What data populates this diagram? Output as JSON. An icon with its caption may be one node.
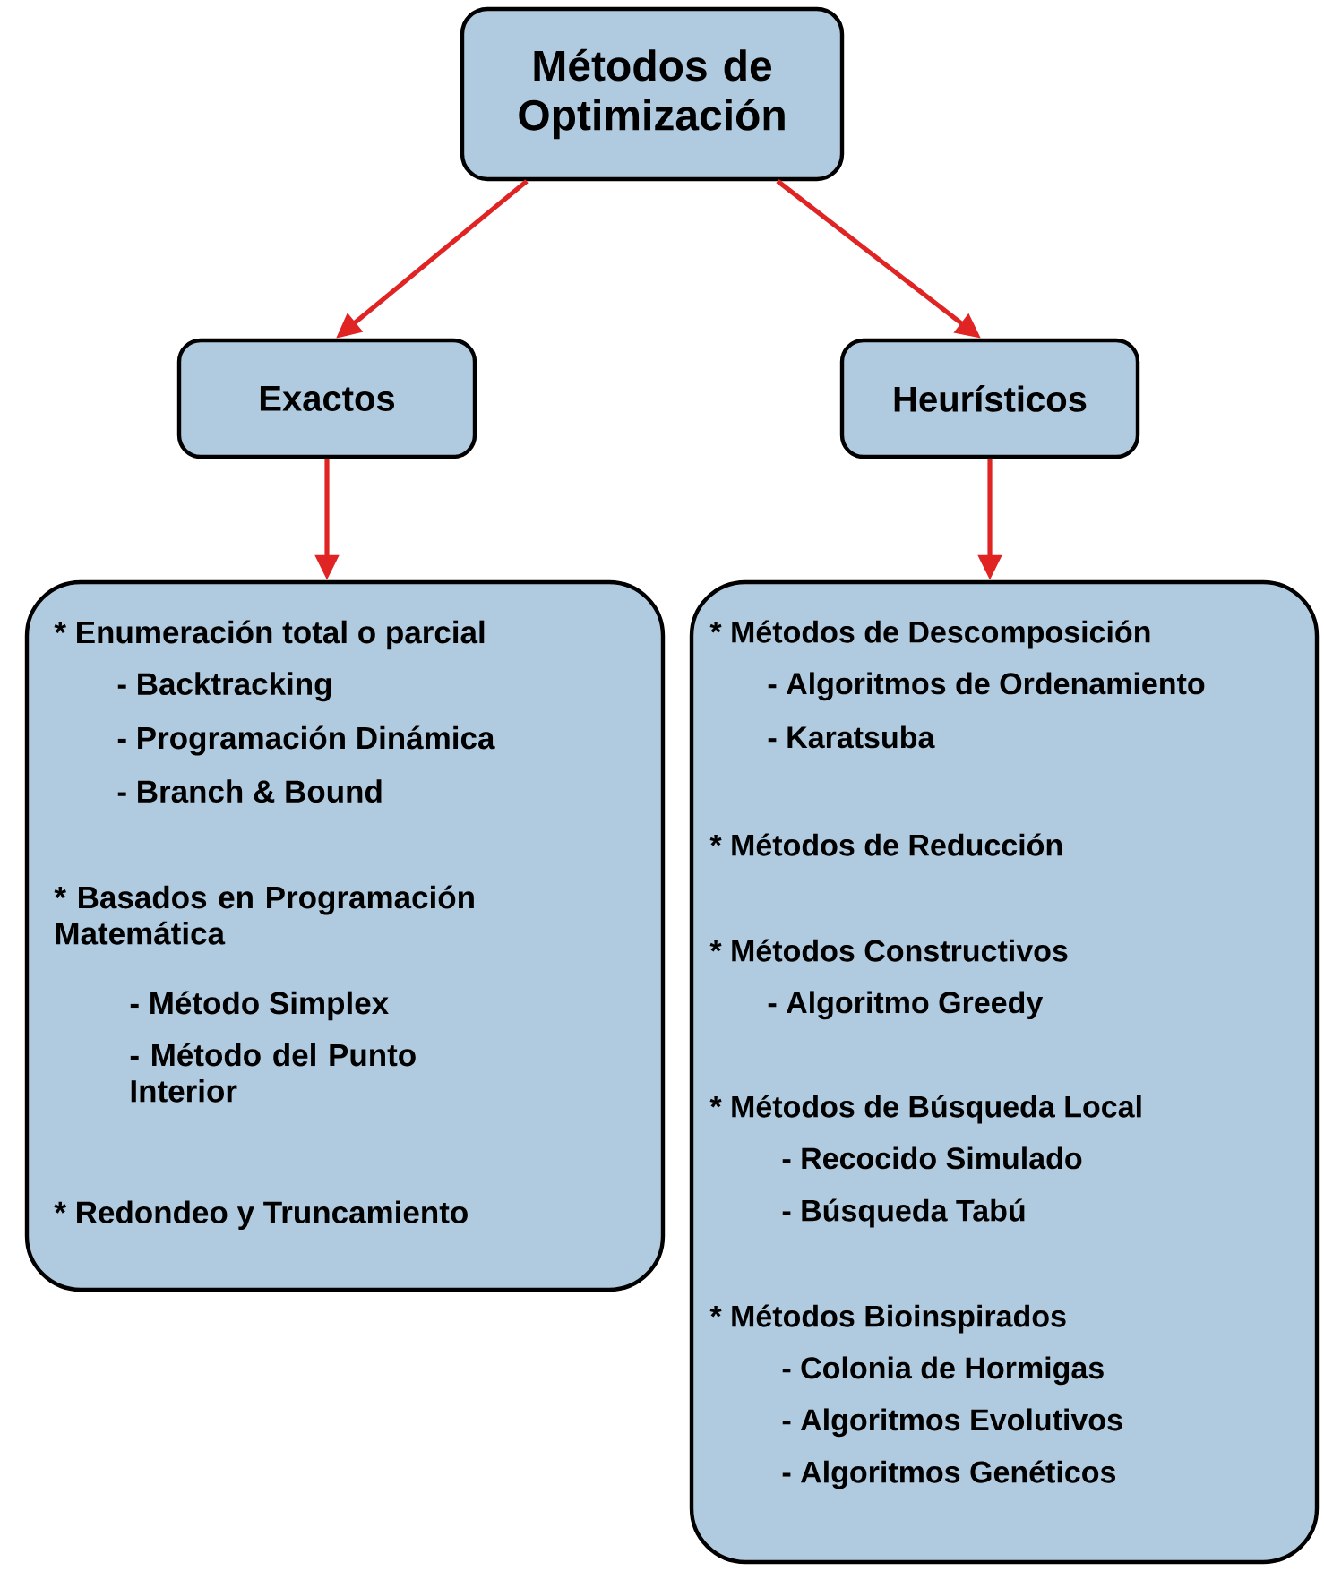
{
  "diagram": {
    "nodes": [
      {
        "text": [
          "Métodos de Optimización"
        ]
      },
      {
        "text": [
          "Exactos"
        ]
      },
      {
        "text": [
          "Heurísticos"
        ]
      },
      {
        "text": [
          "* Enumeración total o parcial",
          "- Backtracking",
          "- Programación Dinámica",
          "- Branch & Bound",
          "* Basados en Programación Matemática",
          "- Método Simplex",
          "- Método del Punto Interior",
          "* Redondeo y Truncamiento"
        ]
      },
      {
        "text": [
          "* Métodos de Descomposición",
          "- Algoritmos de Ordenamiento",
          "- Karatsuba",
          "* Métodos de Reducción",
          "* Métodos Constructivos",
          "- Algoritmo Greedy",
          "* Métodos de Búsqueda Local",
          "- Recocido Simulado",
          "- Búsqueda Tabú",
          "* Métodos Bioinspirados",
          "- Colonia de Hormigas",
          "- Algoritmos Evolutivos",
          "- Algoritmos Genéticos"
        ]
      }
    ],
    "edges": [
      {
        "from": 0,
        "to": 1,
        "arrow": "to"
      },
      {
        "from": 0,
        "to": 2,
        "arrow": "to"
      },
      {
        "from": 1,
        "to": 3,
        "arrow": "to"
      },
      {
        "from": 2,
        "to": 4,
        "arrow": "to"
      }
    ]
  }
}
